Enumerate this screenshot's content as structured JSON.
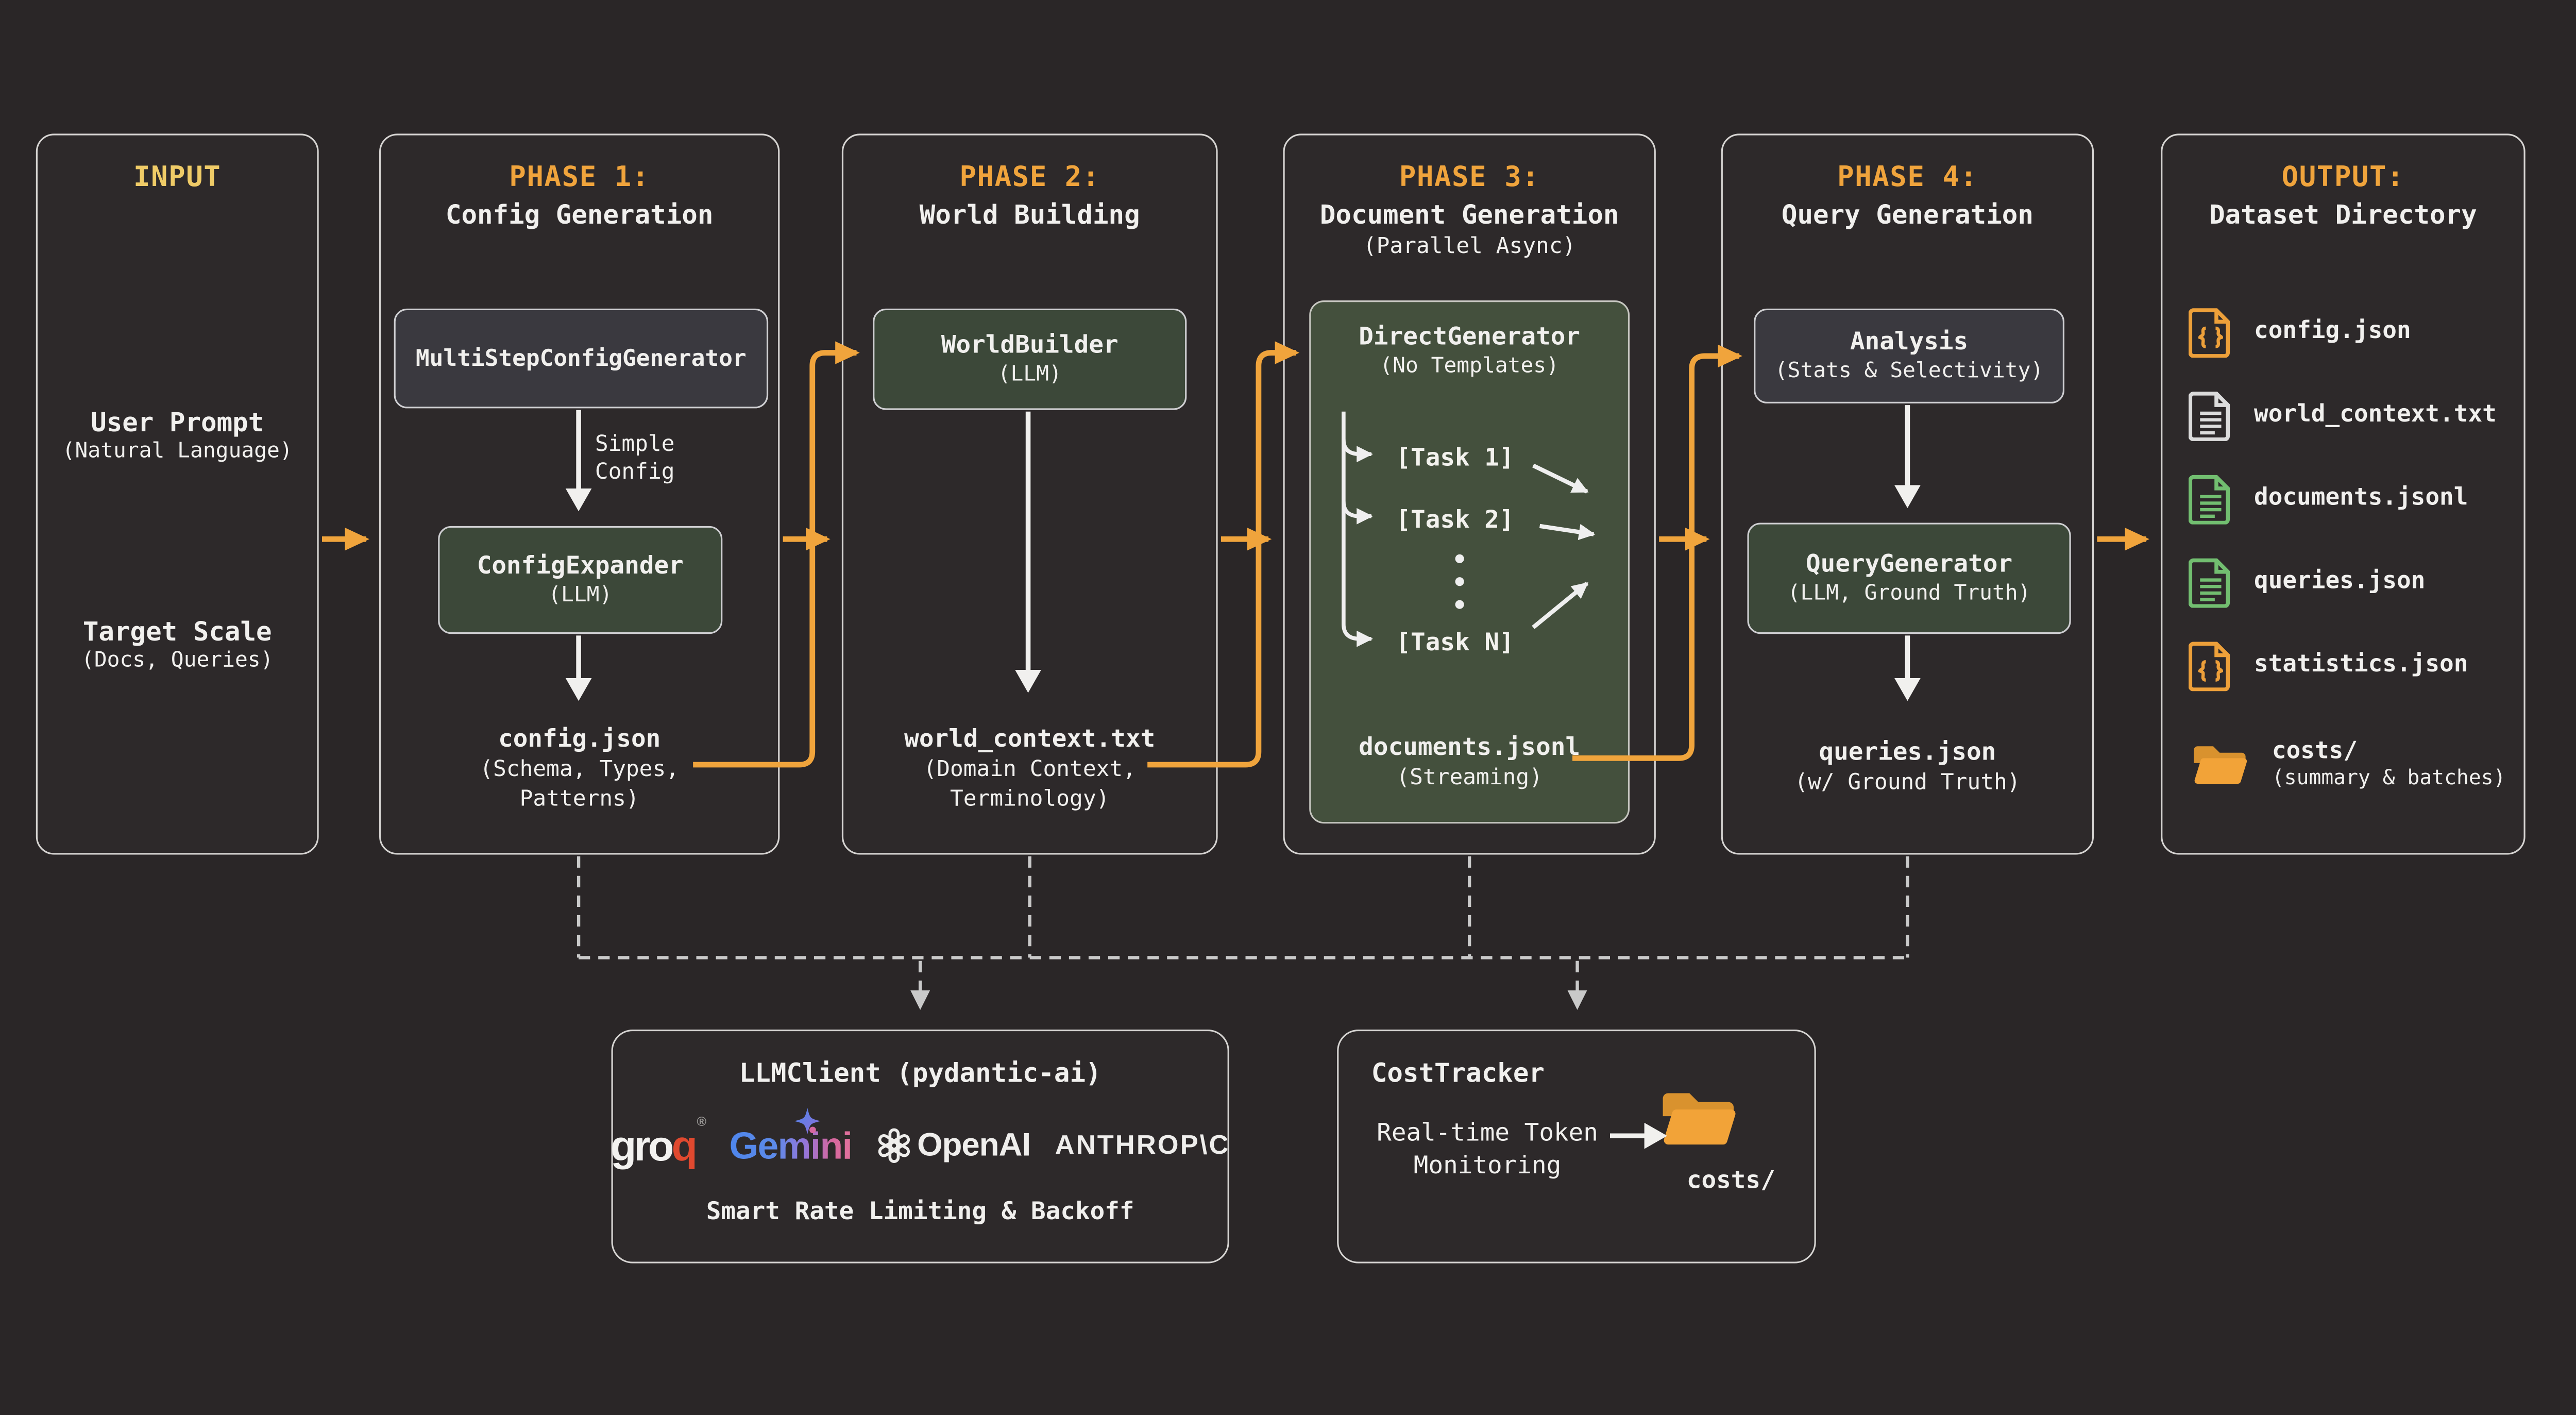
{
  "colors": {
    "background": "#2A2627",
    "accent_orange": "#F0A43C",
    "accent_gold": "#EFCB67",
    "green_box": "#3C4839",
    "green_panel": "#44503D",
    "gray_box": "#3A393F",
    "border_light": "#D6D4D2",
    "text_white": "#F1F0EE",
    "icon_green": "#72BE70",
    "icon_orange": "#EDA03A",
    "groq_red": "#E0492F"
  },
  "input": {
    "title": "INPUT",
    "item1_line1": "User Prompt",
    "item1_line2": "(Natural Language)",
    "item2_line1": "Target Scale",
    "item2_line2": "(Docs, Queries)"
  },
  "phase1": {
    "title": "PHASE 1:",
    "subtitle": "Config Generation",
    "generator": "MultiStepConfigGenerator",
    "arrow_label_1": "Simple",
    "arrow_label_2": "Config",
    "expander_1": "ConfigExpander",
    "expander_2": "(LLM)",
    "output_1": "config.json",
    "output_2": "(Schema, Types,",
    "output_3": "Patterns)"
  },
  "phase2": {
    "title": "PHASE 2:",
    "subtitle": "World Building",
    "builder_1": "WorldBuilder",
    "builder_2": "(LLM)",
    "output_1": "world_context.txt",
    "output_2": "(Domain Context,",
    "output_3": "Terminology)"
  },
  "phase3": {
    "title": "PHASE 3:",
    "subtitle": "Document Generation",
    "subtitle2": "(Parallel Async)",
    "generator_1": "DirectGenerator",
    "generator_2": "(No Templates)",
    "tasks": [
      "[Task 1]",
      "[Task 2]",
      "[Task N]"
    ],
    "output_1": "documents.jsonl",
    "output_2": "(Streaming)"
  },
  "phase4": {
    "title": "PHASE 4:",
    "subtitle": "Query Generation",
    "analysis_1": "Analysis",
    "analysis_2": "(Stats & Selectivity)",
    "querygen_1": "QueryGenerator",
    "querygen_2": "(LLM, Ground Truth)",
    "output_1": "queries.json",
    "output_2": "(w/ Ground Truth)"
  },
  "output": {
    "title": "OUTPUT:",
    "subtitle": "Dataset Directory",
    "files": [
      {
        "name": "config.json",
        "icon": "json-file-icon"
      },
      {
        "name": "world_context.txt",
        "icon": "text-file-icon"
      },
      {
        "name": "documents.jsonl",
        "icon": "doc-file-icon"
      },
      {
        "name": "queries.json",
        "icon": "doc-file-icon"
      },
      {
        "name": "statistics.json",
        "icon": "json-file-icon"
      },
      {
        "name": "costs/",
        "detail": "(summary & batches)",
        "icon": "folder-icon"
      }
    ]
  },
  "llm_client": {
    "title": "LLMClient (pydantic-ai)",
    "providers": {
      "groq_gro": "gro",
      "groq_q": "q",
      "groq_mark": "®",
      "gemini": "Gemini",
      "openai": "OpenAI",
      "anthropic": "ANTHROP\\C"
    },
    "footer": "Smart Rate Limiting & Backoff"
  },
  "cost_tracker": {
    "title": "CostTracker",
    "body_1": "Real-time Token",
    "body_2": "Monitoring",
    "folder_label": "costs/"
  }
}
